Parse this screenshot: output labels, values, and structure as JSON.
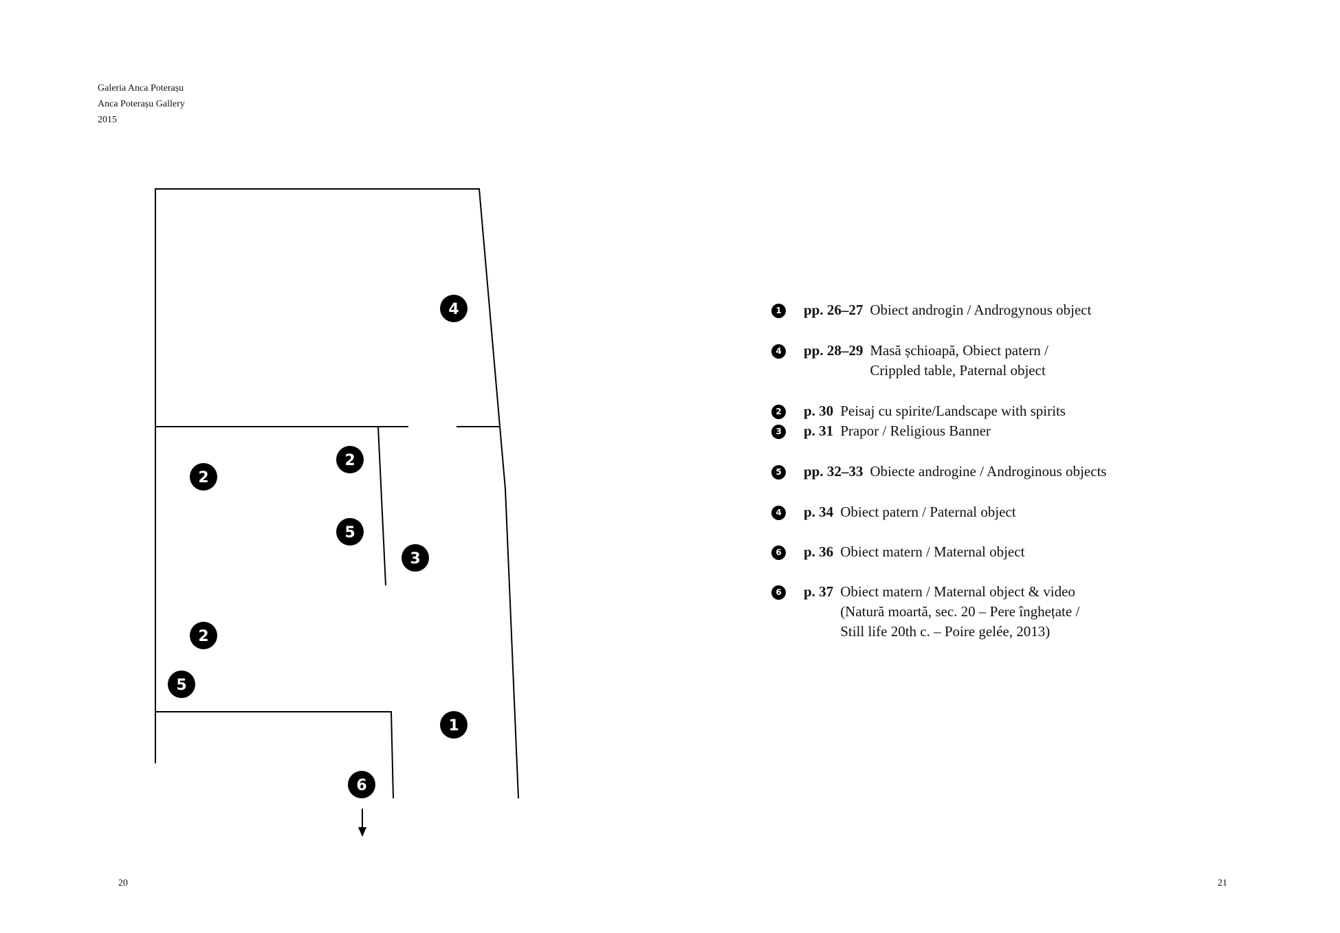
{
  "header": {
    "line1": "Galeria Anca Poterașu",
    "line2": "Anca Poterașu Gallery",
    "line3": "2015"
  },
  "plan_markers": [
    {
      "label": "4"
    },
    {
      "label": "2"
    },
    {
      "label": "2"
    },
    {
      "label": "5"
    },
    {
      "label": "3"
    },
    {
      "label": "2"
    },
    {
      "label": "5"
    },
    {
      "label": "1"
    },
    {
      "label": "6"
    }
  ],
  "legend": [
    {
      "num": "1",
      "pages": "pp. 26–27",
      "lines": [
        "Obiect androgin / Androgynous object"
      ]
    },
    {
      "num": "4",
      "pages": "pp. 28–29",
      "lines": [
        "Masă șchioapă, Obiect patern /",
        "Crippled table, Paternal object"
      ]
    },
    {
      "num": "2",
      "pages": "p. 30",
      "lines": [
        "Peisaj cu spirite/Landscape with spirits"
      ]
    },
    {
      "num": "3",
      "pages": "p. 31",
      "lines": [
        "Prapor / Religious Banner"
      ]
    },
    {
      "num": "5",
      "pages": "pp. 32–33",
      "lines": [
        "Obiecte androgine / Androginous objects"
      ]
    },
    {
      "num": "4",
      "pages": "p. 34",
      "lines": [
        "Obiect patern / Paternal object"
      ]
    },
    {
      "num": "6",
      "pages": "p. 36",
      "lines": [
        "Obiect matern / Maternal object"
      ]
    },
    {
      "num": "6",
      "pages": "p. 37",
      "lines": [
        "Obiect matern / Maternal object & video",
        "(Natură moartă, sec. 20 – Pere înghețate /",
        "Still life 20th c. – Poire gelée, 2013)"
      ]
    }
  ],
  "page_numbers": {
    "left": "20",
    "right": "21"
  }
}
